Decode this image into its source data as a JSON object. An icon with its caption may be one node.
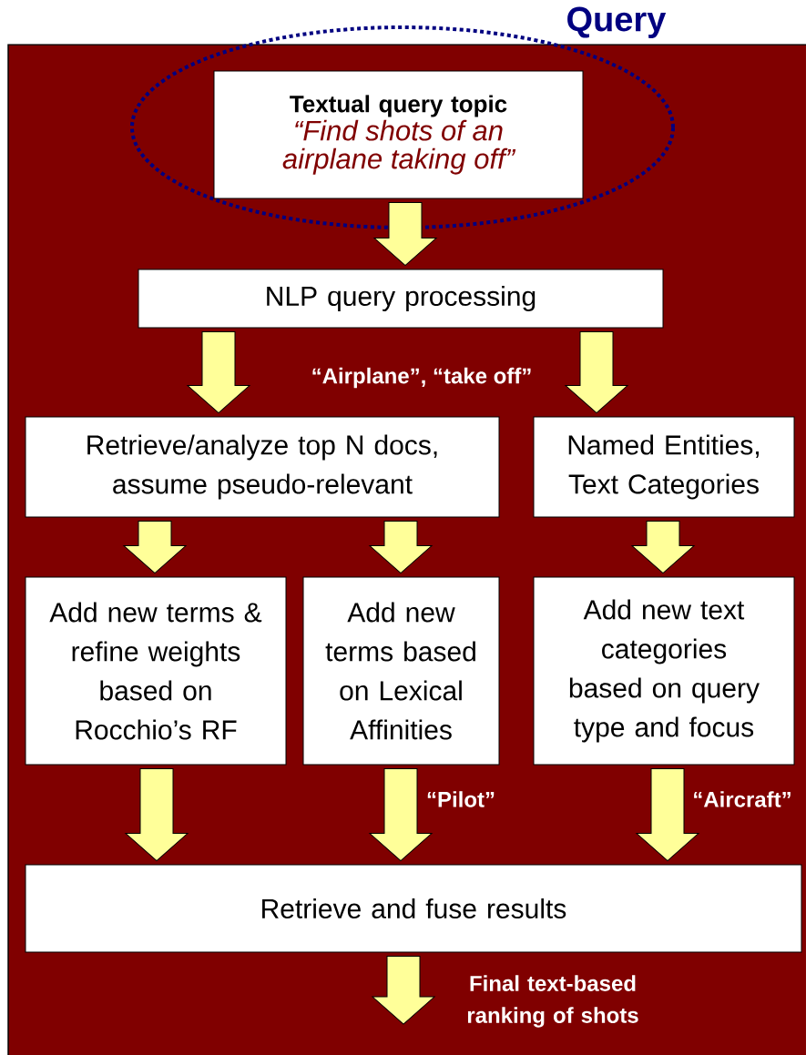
{
  "diagram": {
    "nodes": [
      {
        "text": [
          "Query"
        ]
      },
      {
        "text": [
          "Textual query topic",
          "“Find shots of an airplane taking off”"
        ],
        "in": 0
      },
      {
        "text": [
          "NLP query processing"
        ]
      },
      {
        "text": [
          "Retrieve/analyze top N docs, assume pseudo-relevant"
        ]
      },
      {
        "text": [
          "Named Entities, Text Categories"
        ]
      },
      {
        "text": [
          "Add new terms & refine weights based on Rocchio’s RF"
        ]
      },
      {
        "text": [
          "Add new terms based on Lexical Affinities"
        ]
      },
      {
        "text": [
          "Add new text categories based on query type and focus"
        ]
      },
      {
        "text": [
          "Retrieve and fuse results"
        ]
      }
    ],
    "edges": [
      {
        "from": 1,
        "to": 2,
        "arrow": "to"
      },
      {
        "from": 2,
        "to": 3,
        "arrow": "to",
        "label": "“Airplane”, “take off”"
      },
      {
        "from": 2,
        "to": 4,
        "arrow": "to"
      },
      {
        "from": 3,
        "to": 5,
        "arrow": "to"
      },
      {
        "from": 3,
        "to": 6,
        "arrow": "to"
      },
      {
        "from": 4,
        "to": 7,
        "arrow": "to"
      },
      {
        "from": 5,
        "to": 8,
        "arrow": "to"
      },
      {
        "from": 6,
        "to": 8,
        "arrow": "to",
        "label": "“Pilot”"
      },
      {
        "from": 7,
        "to": 8,
        "arrow": "to",
        "label": "“Aircraft”"
      },
      {
        "from": 8,
        "to": null,
        "arrow": "to",
        "label": "Final text-based ranking of shots"
      }
    ]
  }
}
